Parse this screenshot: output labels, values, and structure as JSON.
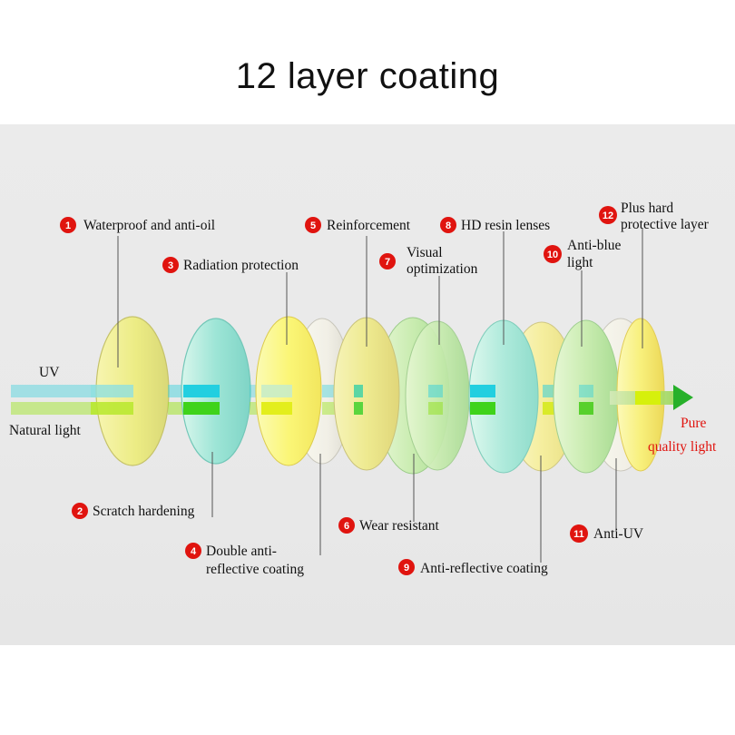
{
  "title": "12 layer coating",
  "inputs": {
    "uv": "UV",
    "natural": "Natural light"
  },
  "output": {
    "line1": "Pure",
    "line2": "quality light"
  },
  "layers": [
    {
      "number": "1",
      "lines": [
        "Waterproof and anti-oil"
      ]
    },
    {
      "number": "2",
      "lines": [
        "Scratch hardening"
      ]
    },
    {
      "number": "3",
      "lines": [
        "Radiation protection"
      ]
    },
    {
      "number": "4",
      "lines": [
        "Double anti-",
        "reflective coating"
      ]
    },
    {
      "number": "5",
      "lines": [
        "Reinforcement"
      ]
    },
    {
      "number": "6",
      "lines": [
        "Wear resistant"
      ]
    },
    {
      "number": "7",
      "lines": [
        "Visual",
        "optimization"
      ]
    },
    {
      "number": "8",
      "lines": [
        "HD resin lenses"
      ]
    },
    {
      "number": "9",
      "lines": [
        "Anti-reflective coating"
      ]
    },
    {
      "number": "10",
      "lines": [
        "Anti-blue",
        "light"
      ]
    },
    {
      "number": "11",
      "lines": [
        "Anti-UV"
      ]
    },
    {
      "number": "12",
      "lines": [
        "Plus hard",
        "protective layer"
      ]
    }
  ],
  "colors": {
    "uv_beam": "#35d0dc",
    "light_beam": "#9be41a",
    "output_beam": "#b4e45a",
    "arrow": "#27b02a",
    "badge": "#e0140f"
  }
}
